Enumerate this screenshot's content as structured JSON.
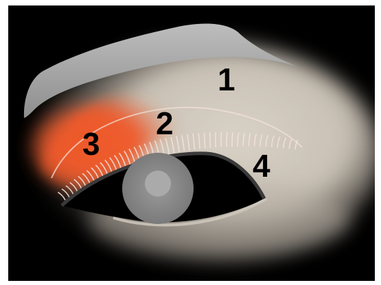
{
  "diagram": {
    "labels": {
      "zone_1": "1",
      "zone_2": "2",
      "zone_3": "3",
      "zone_4": "4"
    },
    "colors": {
      "background": "#000000",
      "frame": "#ffffff",
      "skin_highlight": "#d9d2c6",
      "skin_shadow": "#8f877d",
      "crease_accent": "#ef5a2b",
      "brow": "#a7a7a7",
      "iris": "#8a8a8a",
      "pupil": "#aaaaaa",
      "lashes": "#f5e2da"
    }
  }
}
